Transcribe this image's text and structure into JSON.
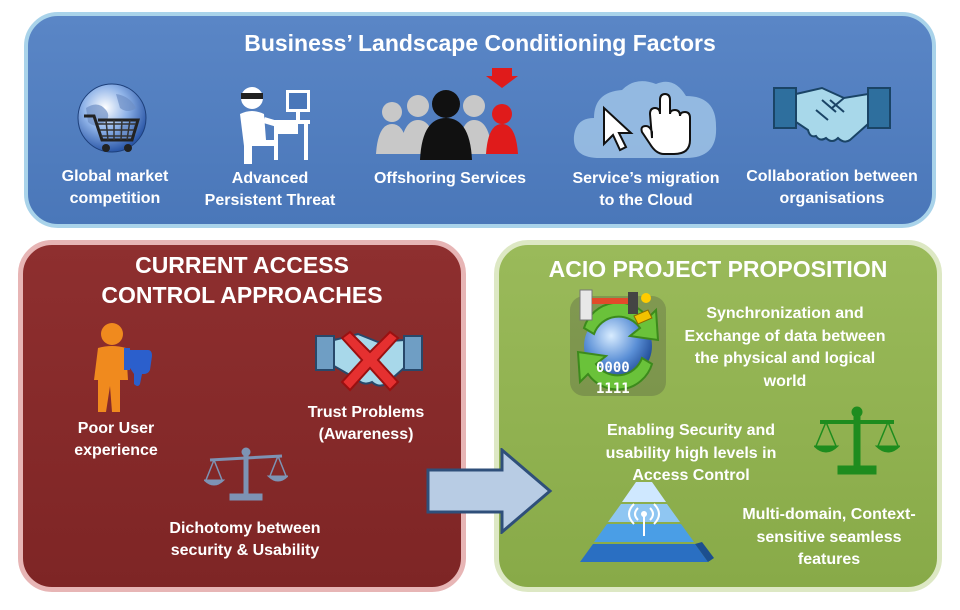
{
  "landscape": {
    "title": "Business’ Landscape Conditioning Factors",
    "factors": [
      {
        "line1": "Global market",
        "line2": "competition",
        "icon": "globe-cart-icon"
      },
      {
        "line1": "Advanced",
        "line2": "Persistent Threat",
        "icon": "hacker-icon"
      },
      {
        "line1": "Offshoring Services",
        "line2": "",
        "icon": "people-offshoring-icon"
      },
      {
        "line1": "Service’s migration",
        "line2": "to the Cloud",
        "icon": "cloud-cursor-icon"
      },
      {
        "line1": "Collaboration between",
        "line2": "organisations",
        "icon": "handshake-icon"
      }
    ]
  },
  "current": {
    "title_line1": "CURRENT ACCESS",
    "title_line2": "CONTROL APPROACHES",
    "items": [
      {
        "line1": "Poor User",
        "line2": "experience",
        "icon": "thumbs-down-person-icon"
      },
      {
        "line1": "Trust Problems",
        "line2": "(Awareness)",
        "icon": "crossed-handshake-icon"
      },
      {
        "line1": "Dichotomy between",
        "line2": "security & Usability",
        "icon": "scale-icon"
      }
    ]
  },
  "acio": {
    "title": "ACIO PROJECT PROPOSITION",
    "items": [
      {
        "lines": [
          "Synchronization and",
          "Exchange of data between",
          "the physical and logical",
          "world"
        ],
        "icon": "sync-globe-icon"
      },
      {
        "lines": [
          "Enabling Security and",
          "usability high levels in",
          "Access Control"
        ],
        "icon": "balanced-scale-icon"
      },
      {
        "lines": [
          "Multi-domain, Context-",
          "sensitive seamless",
          "features"
        ],
        "icon": "pyramid-signal-icon"
      }
    ],
    "binary_top": "0000",
    "binary_bottom": "1111"
  },
  "colors": {
    "top_panel": "#4a77b9",
    "current_panel": "#7e2525",
    "acio_panel": "#88aa48",
    "arrow": "#b8cce4",
    "accent_red": "#e01b1b",
    "scale_green": "#1e8c1e"
  }
}
